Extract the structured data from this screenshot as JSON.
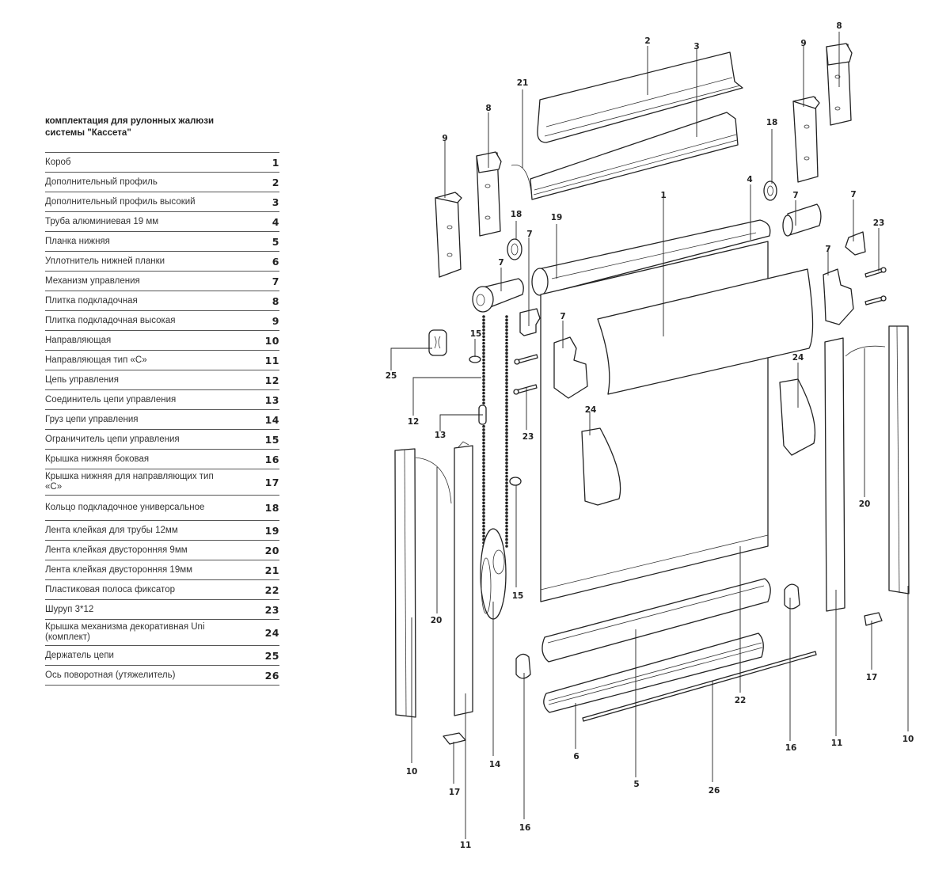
{
  "legend": {
    "title_line1": "комплектация для рулонных жалюзи",
    "title_line2": "системы \"Кассета\"",
    "items": [
      {
        "name": "Короб",
        "num": "1"
      },
      {
        "name": "Дополнительный профиль",
        "num": "2"
      },
      {
        "name": "Дополнительный профиль высокий",
        "num": "3"
      },
      {
        "name": "Труба алюминиевая 19 мм",
        "num": "4"
      },
      {
        "name": "Планка нижняя",
        "num": "5"
      },
      {
        "name": "Уплотнитель нижней планки",
        "num": "6"
      },
      {
        "name": "Механизм управления",
        "num": "7"
      },
      {
        "name": "Плитка подкладочная",
        "num": "8"
      },
      {
        "name": "Плитка подкладочная высокая",
        "num": "9"
      },
      {
        "name": "Направляющая",
        "num": "10"
      },
      {
        "name": "Направляющая тип «С»",
        "num": "11"
      },
      {
        "name": "Цепь управления",
        "num": "12"
      },
      {
        "name": "Соединитель цепи управления",
        "num": "13"
      },
      {
        "name": "Груз цепи управления",
        "num": "14"
      },
      {
        "name": "Ограничитель цепи управления",
        "num": "15"
      },
      {
        "name": "Крышка нижняя боковая",
        "num": "16"
      },
      {
        "name": "Крышка нижняя для направляющих тип «С»",
        "num": "17"
      },
      {
        "name": "Кольцо подкладочное универсальное",
        "num": "18"
      },
      {
        "name": "Лента клейкая для трубы 12мм",
        "num": "19"
      },
      {
        "name": "Лента клейкая двусторонняя 9мм",
        "num": "20"
      },
      {
        "name": "Лента клейкая двусторонняя 19мм",
        "num": "21"
      },
      {
        "name": "Пластиковая полоса фиксатор",
        "num": "22"
      },
      {
        "name": "Шуруп 3*12",
        "num": "23"
      },
      {
        "name": "Крышка механизма декоративная Uni (комплект)",
        "num": "24"
      },
      {
        "name": "Держатель цепи",
        "num": "25"
      },
      {
        "name": "Ось поворотная (утяжелитель)",
        "num": "26"
      }
    ]
  },
  "diagram": {
    "callouts": {
      "c1": "1",
      "c2": "2",
      "c3": "3",
      "c4": "4",
      "c5": "5",
      "c6": "6",
      "c7a": "7",
      "c7b": "7",
      "c7c": "7",
      "c7d": "7",
      "c7e": "7",
      "c7f": "7",
      "c8a": "8",
      "c8b": "8",
      "c9a": "9",
      "c9b": "9",
      "c10a": "10",
      "c10b": "10",
      "c11a": "11",
      "c11b": "11",
      "c12": "12",
      "c13": "13",
      "c14": "14",
      "c15a": "15",
      "c15b": "15",
      "c16a": "16",
      "c16b": "16",
      "c17a": "17",
      "c17b": "17",
      "c18a": "18",
      "c18b": "18",
      "c19": "19",
      "c20a": "20",
      "c20b": "20",
      "c21": "21",
      "c22": "22",
      "c23a": "23",
      "c23b": "23",
      "c24a": "24",
      "c24b": "24",
      "c25": "25",
      "c26": "26"
    }
  }
}
